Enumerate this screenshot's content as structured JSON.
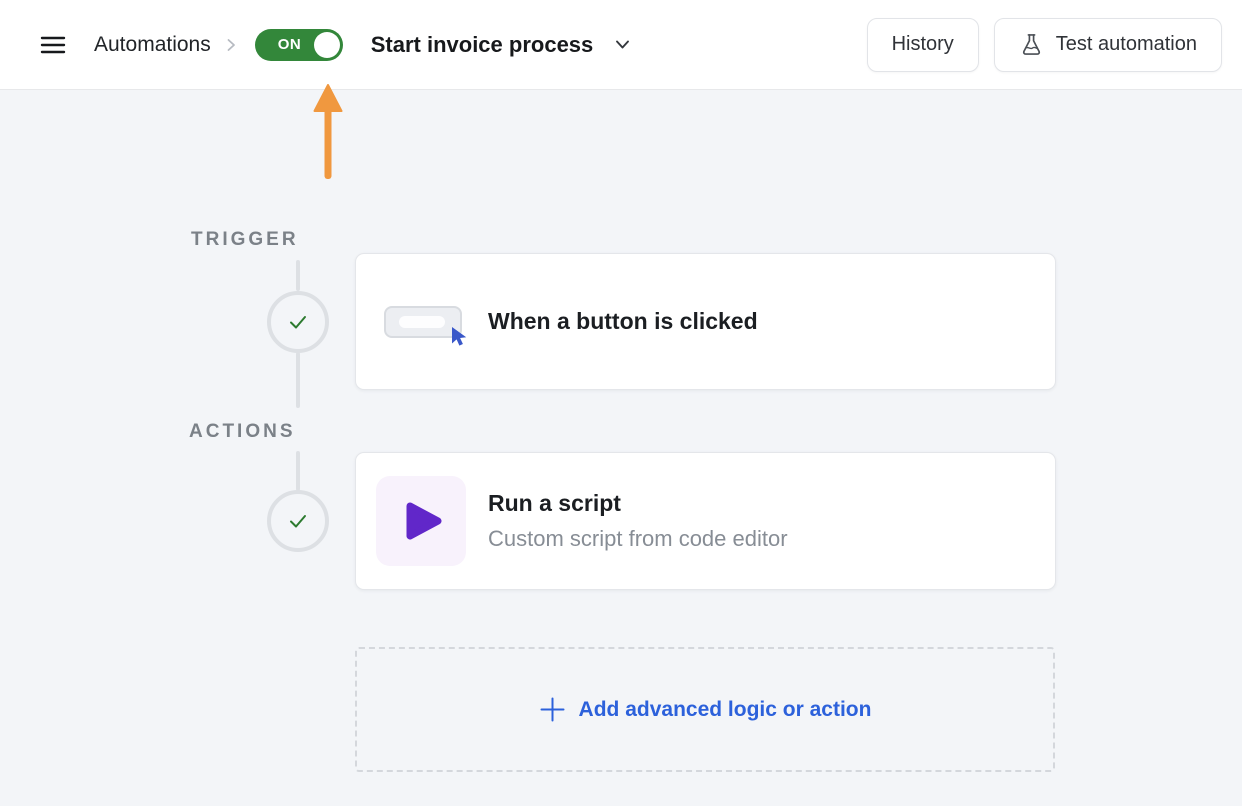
{
  "header": {
    "breadcrumb": "Automations",
    "toggle": {
      "label": "ON",
      "state": "on"
    },
    "title": "Start invoice process",
    "history_button_label": "History",
    "test_button_label": "Test automation"
  },
  "canvas": {
    "trigger_section_label": "TRIGGER",
    "actions_section_label": "ACTIONS",
    "trigger_card": {
      "title": "When a button is clicked",
      "status": "complete"
    },
    "action_card": {
      "title": "Run a script",
      "subtitle": "Custom script from code editor",
      "status": "complete"
    },
    "add_action_label": "Add advanced logic or action"
  },
  "icons": {
    "menu": "hamburger-icon",
    "breadcrumb_chevron": "chevron-right-icon",
    "title_chevron": "chevron-down-icon",
    "test_button": "flask-icon",
    "annotation": "orange-up-arrow",
    "trigger_status": "check-icon",
    "action_status": "check-icon",
    "trigger_card": "button-click-with-cursor-icon",
    "action_card": "play-icon",
    "add_action": "plus-icon"
  },
  "colors": {
    "toggle_green": "#33873a",
    "check_green": "#2c7a2f",
    "arrow_orange": "#f0983f",
    "link_blue": "#2c61db",
    "script_purple": "#6127c9",
    "canvas_background": "#f3f5f8"
  }
}
